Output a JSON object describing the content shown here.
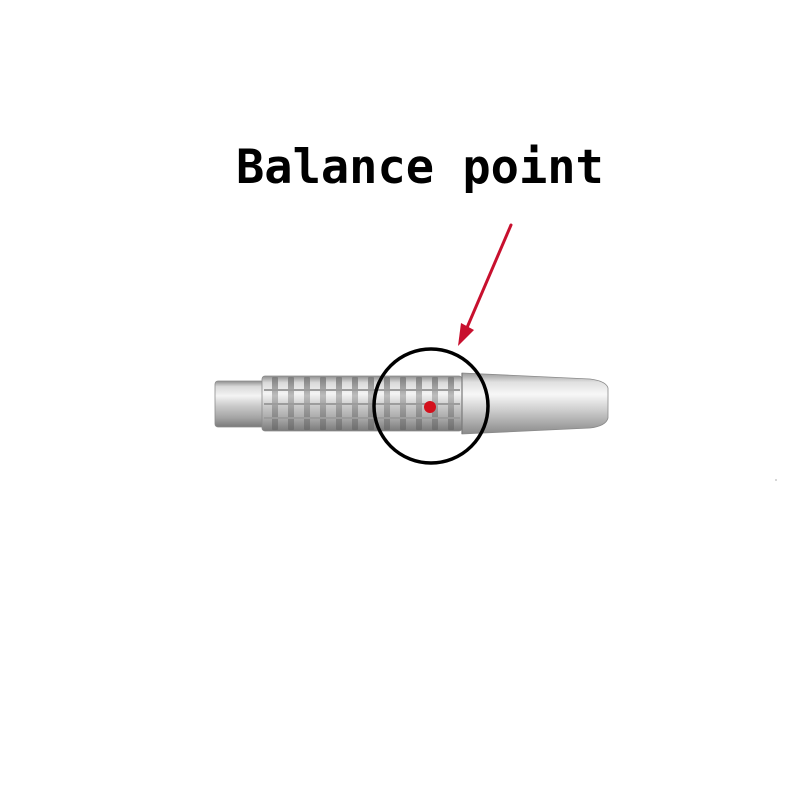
{
  "annotation": {
    "label": "Balance point"
  },
  "colors": {
    "text": "#000000",
    "arrow": "#c8102e",
    "marker_dot": "#d3101c",
    "circle": "#000000",
    "background": "#ffffff"
  },
  "objects": {
    "subject": "dart-barrel",
    "marker": "balance-point-dot"
  }
}
